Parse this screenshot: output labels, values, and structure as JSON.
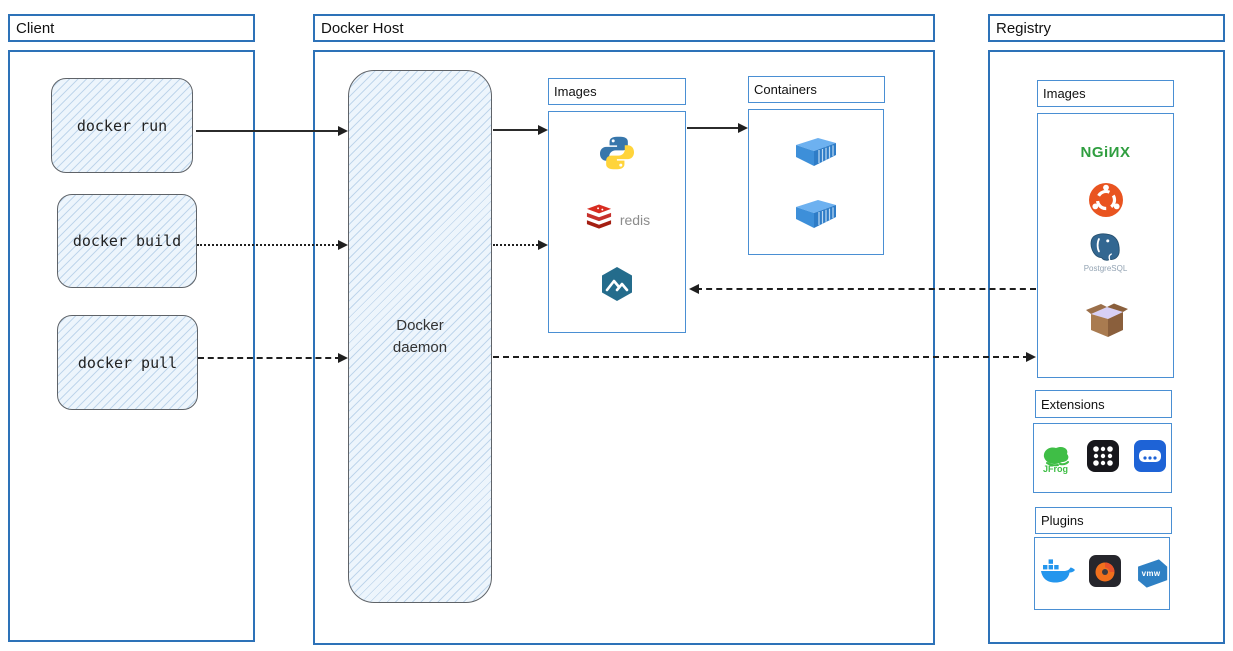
{
  "sections": {
    "client": {
      "title": "Client",
      "commands": [
        {
          "label": "docker run"
        },
        {
          "label": "docker build"
        },
        {
          "label": "docker pull"
        }
      ]
    },
    "docker_host": {
      "title": "Docker Host",
      "daemon_label": "Docker daemon",
      "images": {
        "title": "Images",
        "items": [
          "python",
          "redis",
          "alpine"
        ]
      },
      "containers": {
        "title": "Containers",
        "items": [
          "container",
          "container"
        ]
      }
    },
    "registry": {
      "title": "Registry",
      "images": {
        "title": "Images",
        "items": [
          "nginx",
          "ubuntu",
          "postgresql",
          "package-box"
        ]
      },
      "extensions": {
        "title": "Extensions",
        "items": [
          "jfrog",
          "app-grid",
          "virtual-appliance"
        ]
      },
      "plugins": {
        "title": "Plugins",
        "items": [
          "docker",
          "grafana",
          "vmware"
        ]
      }
    }
  },
  "labels": {
    "redis": "redis",
    "nginx": "NGiИX",
    "postgresql": "PostgreSQL",
    "jfrog": "JFrog",
    "vmware": "vmw"
  },
  "connections": [
    {
      "from": "docker-run",
      "to": "docker-daemon",
      "style": "solid"
    },
    {
      "from": "docker-daemon",
      "to": "host-images",
      "style": "solid"
    },
    {
      "from": "host-images",
      "to": "containers",
      "style": "solid"
    },
    {
      "from": "docker-build",
      "to": "docker-daemon",
      "style": "dotted"
    },
    {
      "from": "docker-daemon",
      "to": "host-images",
      "style": "dotted"
    },
    {
      "from": "docker-pull",
      "to": "docker-daemon",
      "style": "dashed"
    },
    {
      "from": "docker-daemon",
      "to": "registry-images",
      "style": "dashed"
    },
    {
      "from": "registry-images",
      "to": "host-images",
      "style": "dashed"
    }
  ],
  "colors": {
    "section_border": "#2d72b8",
    "inner_border": "#4a8fd3",
    "sketch_fill": "#edf5fc",
    "sketch_border": "#5f6368",
    "arrow": "#1f1f1f",
    "nginx_green": "#2f9e3f",
    "ubuntu_orange": "#E95420",
    "redis_red": "#D82C20",
    "python_blue": "#3776AB",
    "python_yellow": "#FFD43B",
    "alpine_blue": "#246c8c",
    "container_blue": "#3d8fd9",
    "jfrog_green": "#3fbe46",
    "docker_blue": "#2496ED",
    "postgres_blue": "#336791"
  }
}
